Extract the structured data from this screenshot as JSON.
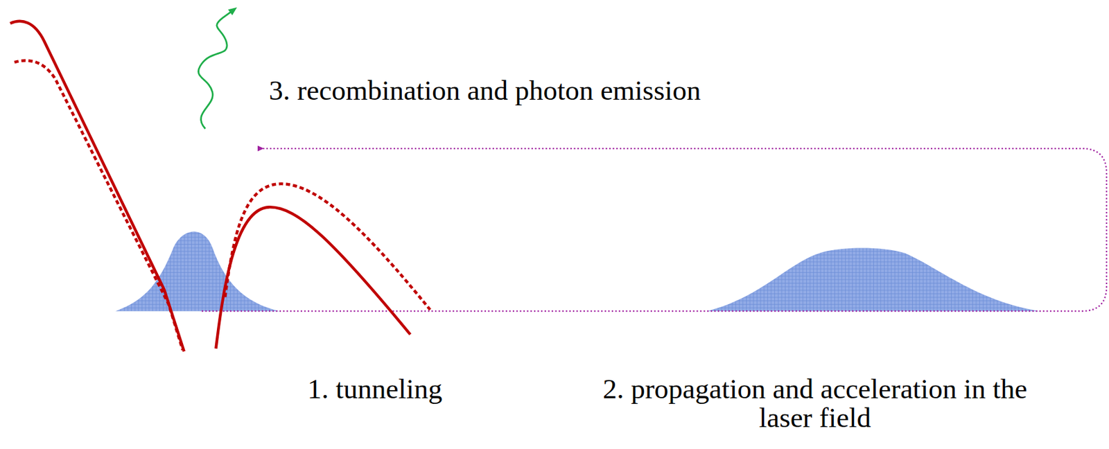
{
  "diagram": {
    "labels": [
      "3. recombination and photon emission",
      "1. tunneling",
      "2. propagation and acceleration in the laser field"
    ]
  }
}
